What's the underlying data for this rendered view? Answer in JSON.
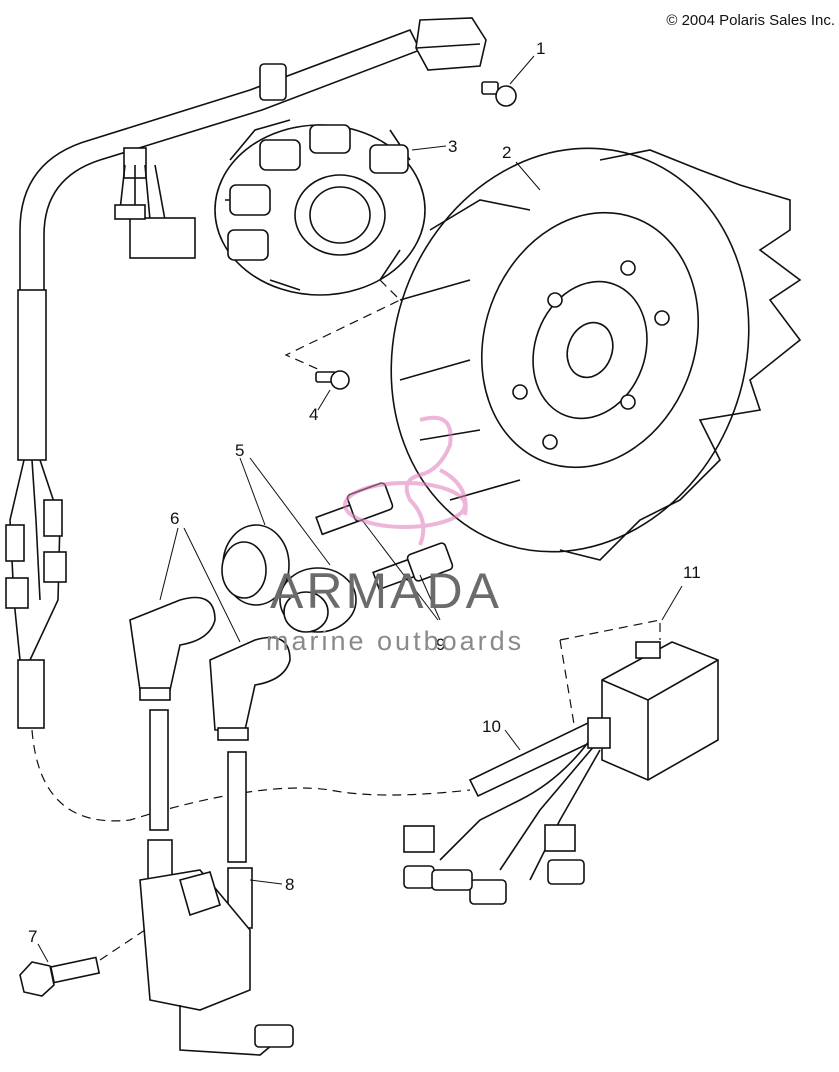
{
  "copyright": "© 2004 Polaris Sales Inc.",
  "callouts": [
    "1",
    "2",
    "3",
    "4",
    "5",
    "6",
    "7",
    "8",
    "9",
    "10",
    "11"
  ],
  "watermark": {
    "title": "ARMADA",
    "subtitle": "marine outboards",
    "color": "#e07ab8"
  }
}
